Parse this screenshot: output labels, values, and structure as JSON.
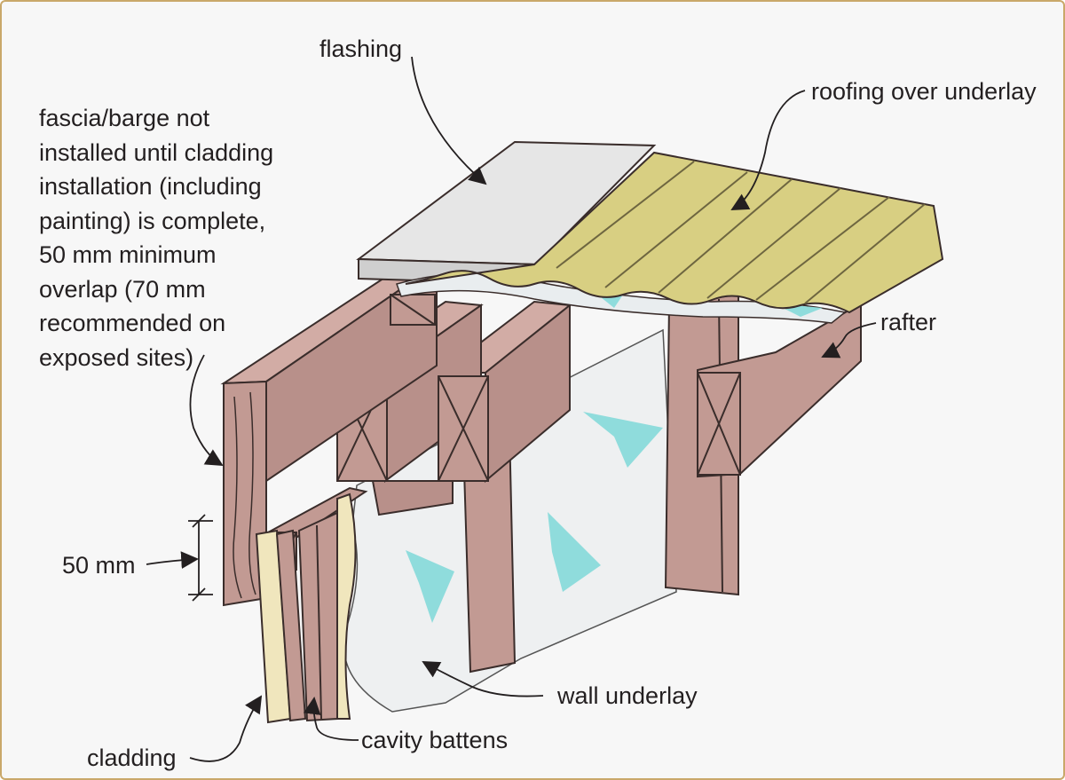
{
  "labels": {
    "flashing": "flashing",
    "roofing": "roofing over underlay",
    "fascia": [
      "fascia/barge not",
      "installed until cladding",
      "installation (including",
      "painting) is complete,",
      "50 mm minimum",
      "overlap (70 mm",
      "recommended on",
      "exposed sites)"
    ],
    "rafter": "rafter",
    "dimension": "50 mm",
    "wall_underlay": "wall underlay",
    "cavity_battens": "cavity battens",
    "cladding": "cladding"
  },
  "colors": {
    "frame_border": "#c9a86a",
    "background": "#f7f7f7",
    "timber": "#c29a93",
    "timber_dark": "#a87d77",
    "roofing": "#d8cf82",
    "flashing": "#e6e6e6",
    "underlay_arrows": "#8fdcdc",
    "cladding": "#f0e6bd",
    "ink": "#231f20"
  }
}
